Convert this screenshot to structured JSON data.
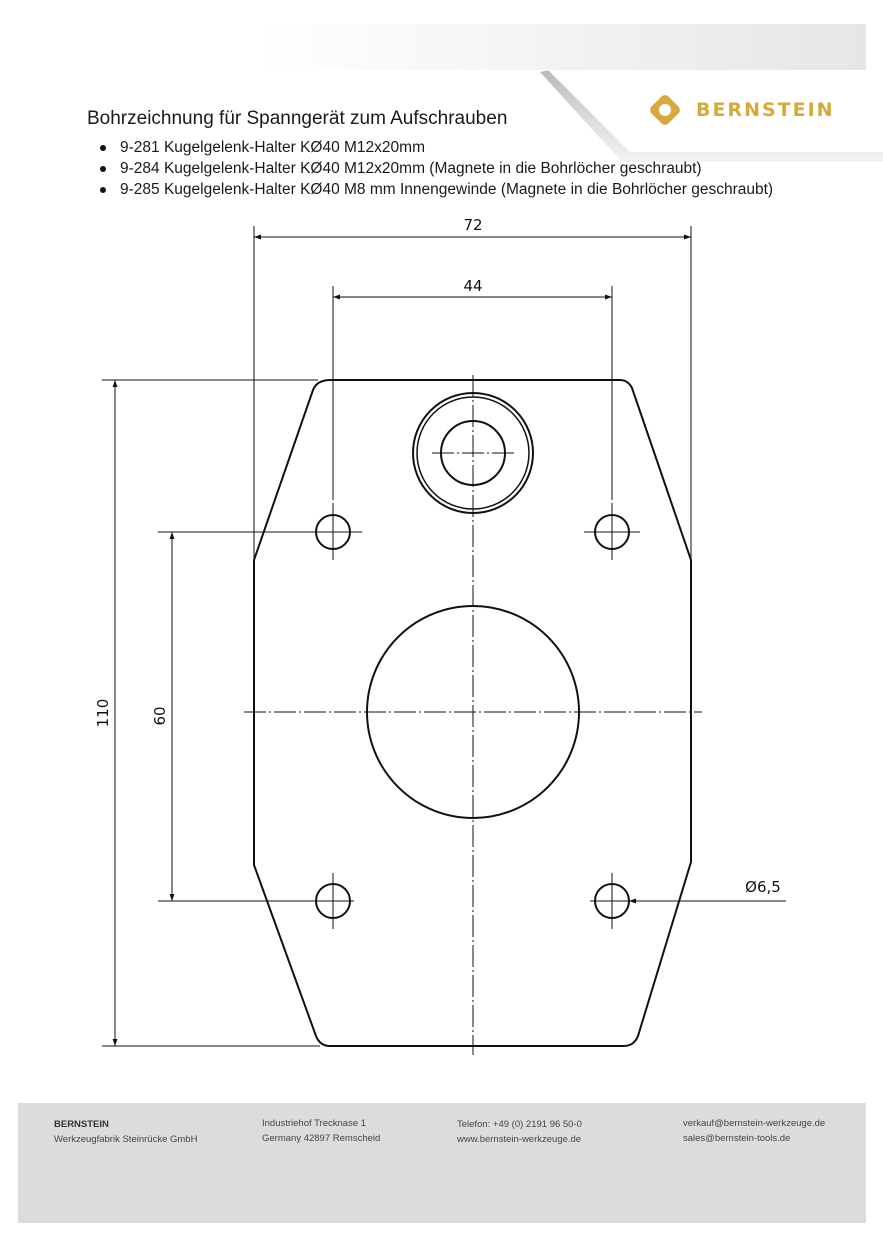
{
  "header": {
    "brand": "BERNSTEIN",
    "brand_color": "#d6a93a"
  },
  "document": {
    "title": "Bohrzeichnung für Spanngerät zum Aufschrauben",
    "items": [
      "9-281 Kugelgelenk-Halter KØ40 M12x20mm",
      "9-284 Kugelgelenk-Halter KØ40 M12x20mm (Magnete in die Bohrlöcher geschraubt)",
      "9-285 Kugelgelenk-Halter KØ40 M8 mm Innengewinde (Magnete in die Bohrlöcher geschraubt)"
    ]
  },
  "drawing": {
    "dimensions": {
      "overall_width": "72",
      "hole_spacing_horizontal": "44",
      "overall_height": "110",
      "hole_spacing_vertical": "60",
      "hole_diameter": "Ø6,5"
    },
    "features": {
      "mounting_holes": 4,
      "center_bore": "large circular cut-out",
      "top_feature": "double ring with inner bore"
    }
  },
  "footer": {
    "company": {
      "name": "BERNSTEIN",
      "subtitle": "Werkzeugfabrik Steinrücke GmbH"
    },
    "address": {
      "line1": "Industriehof Trecknase 1",
      "line2": "Germany 42897 Remscheid"
    },
    "contact": {
      "phone": "Telefon: +49 (0) 2191 96 50-0",
      "web": "www.bernstein-werkzeuge.de"
    },
    "email": {
      "sales_de": "verkauf@bernstein-werkzeuge.de",
      "sales_en": "sales@bernstein-tools.de"
    }
  }
}
